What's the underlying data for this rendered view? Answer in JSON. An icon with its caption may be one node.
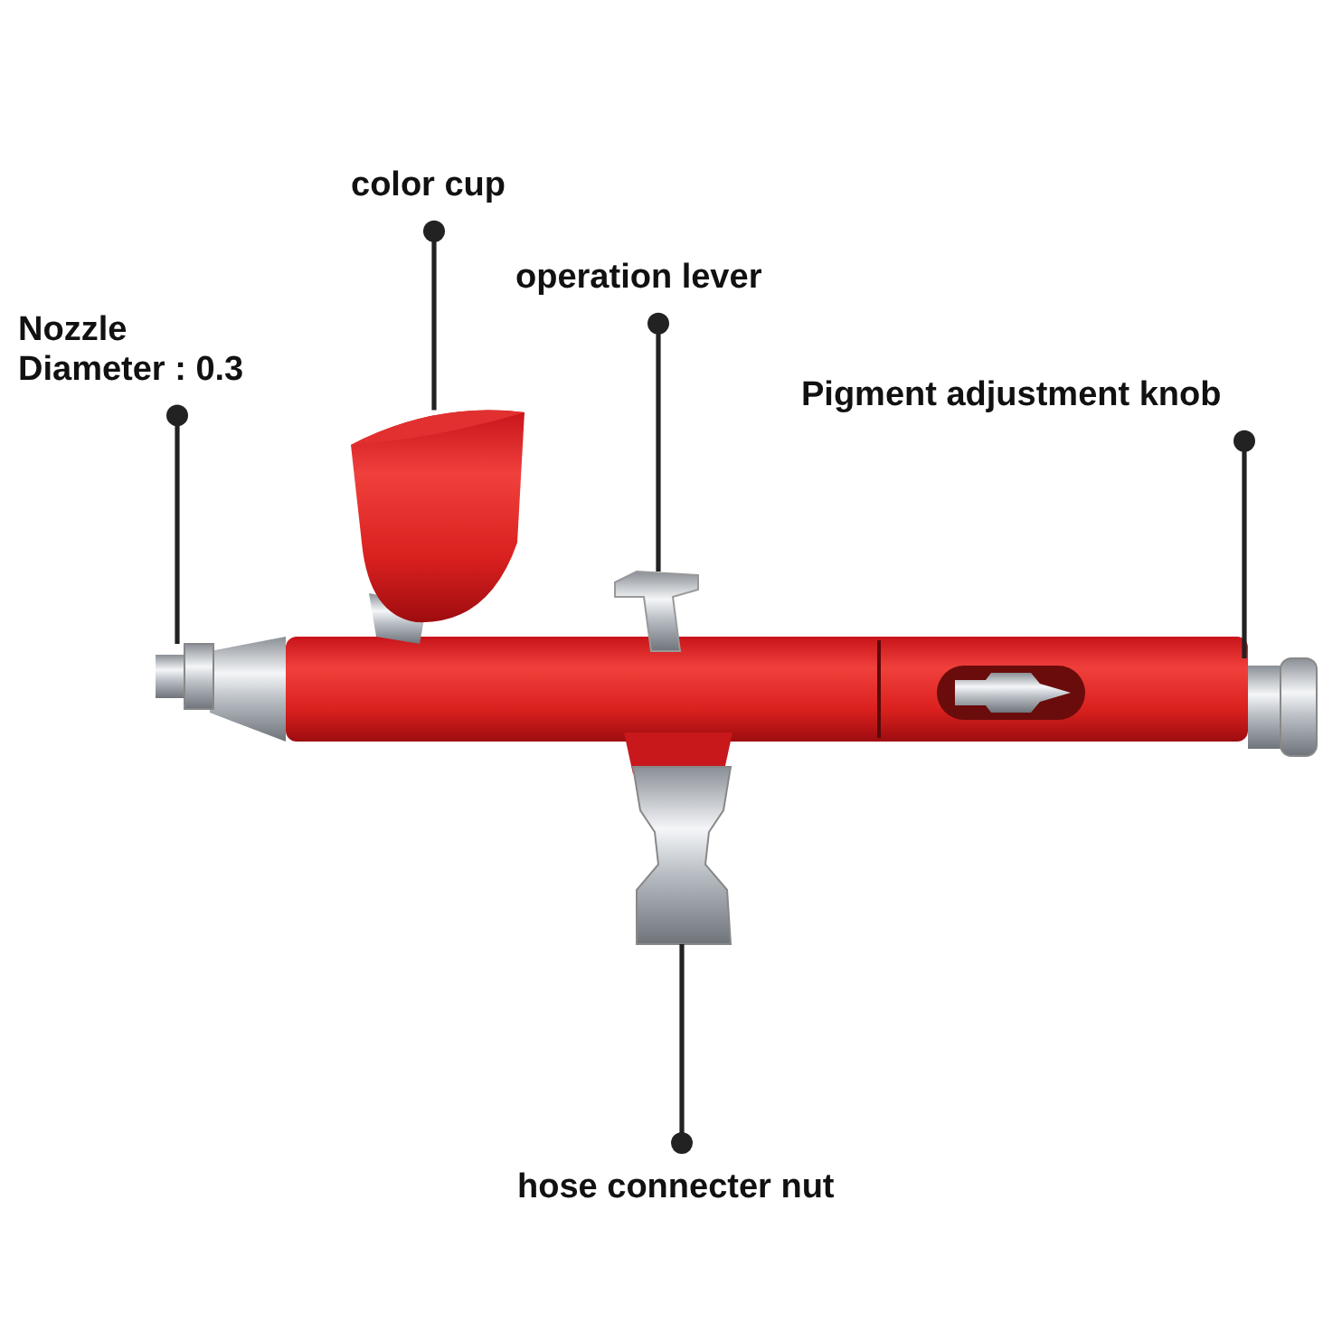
{
  "diagram": {
    "nodes": [
      {
        "text": [
          "Nozzle Diameter : 0.3"
        ]
      },
      {
        "text": [
          "color cup"
        ]
      },
      {
        "text": [
          "operation lever"
        ]
      },
      {
        "text": [
          "Pigment adjustment knob"
        ]
      },
      {
        "text": [
          "hose connecter nut"
        ]
      },
      {
        "text": [],
        "shape": "picture"
      },
      {
        "text": [],
        "shape": "picture"
      },
      {
        "text": [],
        "shape": "picture"
      },
      {
        "text": [],
        "shape": "picture"
      },
      {
        "text": [],
        "shape": "picture"
      }
    ],
    "edges": [
      {
        "from": 0,
        "to": 5,
        "arrow": "other"
      },
      {
        "from": 1,
        "to": 6,
        "arrow": "other"
      },
      {
        "from": 2,
        "to": 7,
        "arrow": "other"
      },
      {
        "from": 3,
        "to": 8,
        "arrow": "other"
      },
      {
        "from": 4,
        "to": 9,
        "arrow": "other"
      }
    ]
  }
}
